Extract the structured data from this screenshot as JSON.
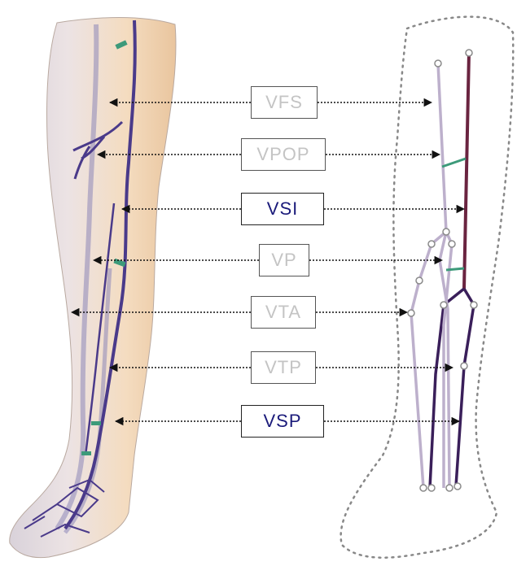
{
  "labels": [
    {
      "id": "vfs",
      "text": "VFS",
      "active": false
    },
    {
      "id": "vpop",
      "text": "VPOP",
      "active": false
    },
    {
      "id": "vsi",
      "text": "VSI",
      "active": true
    },
    {
      "id": "vp",
      "text": "VP",
      "active": false
    },
    {
      "id": "vta",
      "text": "VTA",
      "active": false
    },
    {
      "id": "vtp",
      "text": "VTP",
      "active": false
    },
    {
      "id": "vsp",
      "text": "VSP",
      "active": true
    }
  ],
  "colors": {
    "active_text": "#1a1a7a",
    "inactive_text": "#c4c4c4",
    "deep_vein": "#bdb0cc",
    "superficial_vein": "#6a2440",
    "perforator": "#3d9a7a",
    "skin": "#f2d9b8",
    "arrow": "#111111"
  }
}
